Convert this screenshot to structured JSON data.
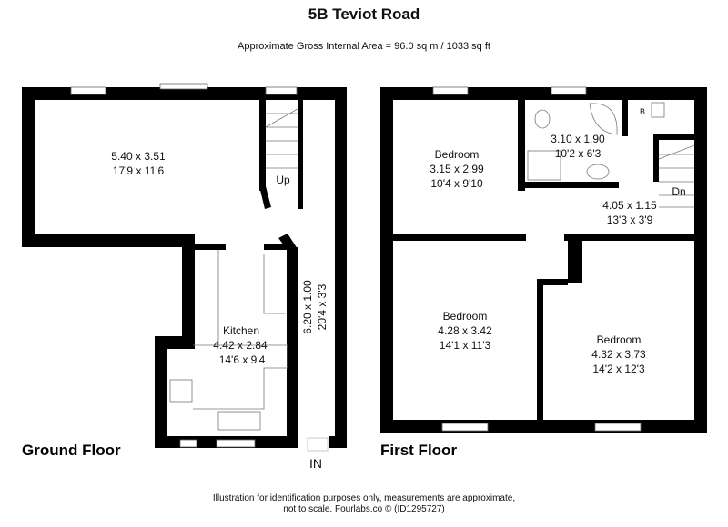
{
  "title": "5B Teviot Road",
  "area": "Approximate Gross Internal Area = 96.0 sq m / 1033 sq ft",
  "ground_floor": {
    "label": "Ground Floor",
    "living": {
      "metric": "5.40 x 3.51",
      "imperial": "17'9 x 11'6"
    },
    "kitchen": {
      "name": "Kitchen",
      "metric": "4.42 x 2.84",
      "imperial": "14'6 x 9'4"
    },
    "hall": {
      "metric": "6.20 x 1.00",
      "imperial": "20'4 x 3'3"
    },
    "stairs_label": "Up",
    "entrance_label": "IN"
  },
  "first_floor": {
    "label": "First Floor",
    "bedroom1": {
      "name": "Bedroom",
      "metric": "3.15 x 2.99",
      "imperial": "10'4 x 9'10"
    },
    "bathroom": {
      "metric": "3.10 x 1.90",
      "imperial": "10'2 x 6'3"
    },
    "landing": {
      "metric": "4.05 x 1.15",
      "imperial": "13'3 x 3'9"
    },
    "bedroom2": {
      "name": "Bedroom",
      "metric": "4.28 x 3.42",
      "imperial": "14'1 x 11'3"
    },
    "bedroom3": {
      "name": "Bedroom",
      "metric": "4.32 x 3.73",
      "imperial": "14'2 x 12'3"
    },
    "boiler_label": "B",
    "stairs_label": "Dn"
  },
  "footer": {
    "line1": "Illustration for identification purposes only, measurements are approximate,",
    "line2": "not to scale. Fourlabs.co © (ID1295727)"
  }
}
